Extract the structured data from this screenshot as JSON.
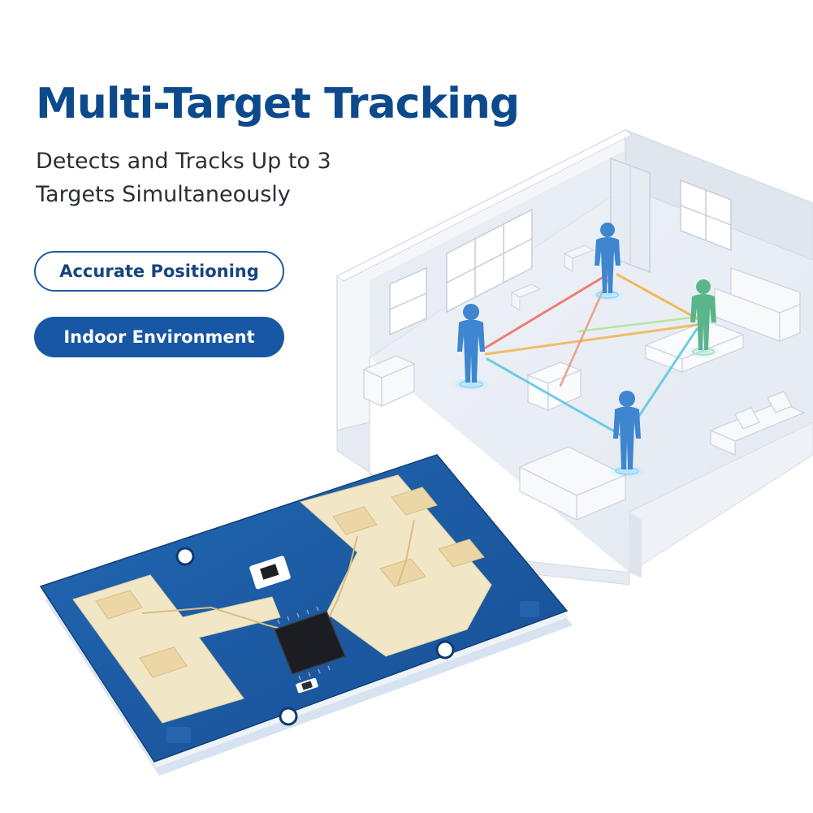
{
  "headline": {
    "title": "Multi-Target Tracking",
    "subtitle": "Detects and Tracks Up to 3 Targets Simultaneously"
  },
  "badges": {
    "positioning": "Accurate Positioning",
    "environment": "Indoor Environment"
  },
  "illustration": {
    "tracked_people_count": 4,
    "colors": {
      "brand_blue": "#0d4a8c",
      "pcb_blue": "#1f5fa8",
      "antenna_cream": "#f1e6c6",
      "person_blue": "#3f86d0",
      "track_red": "#ef6a5f",
      "track_orange": "#f2b34b",
      "track_cyan": "#5fc7e8"
    },
    "icons": [
      "room-cutaway",
      "person-icon",
      "radar-pcb",
      "radar-chip"
    ]
  }
}
